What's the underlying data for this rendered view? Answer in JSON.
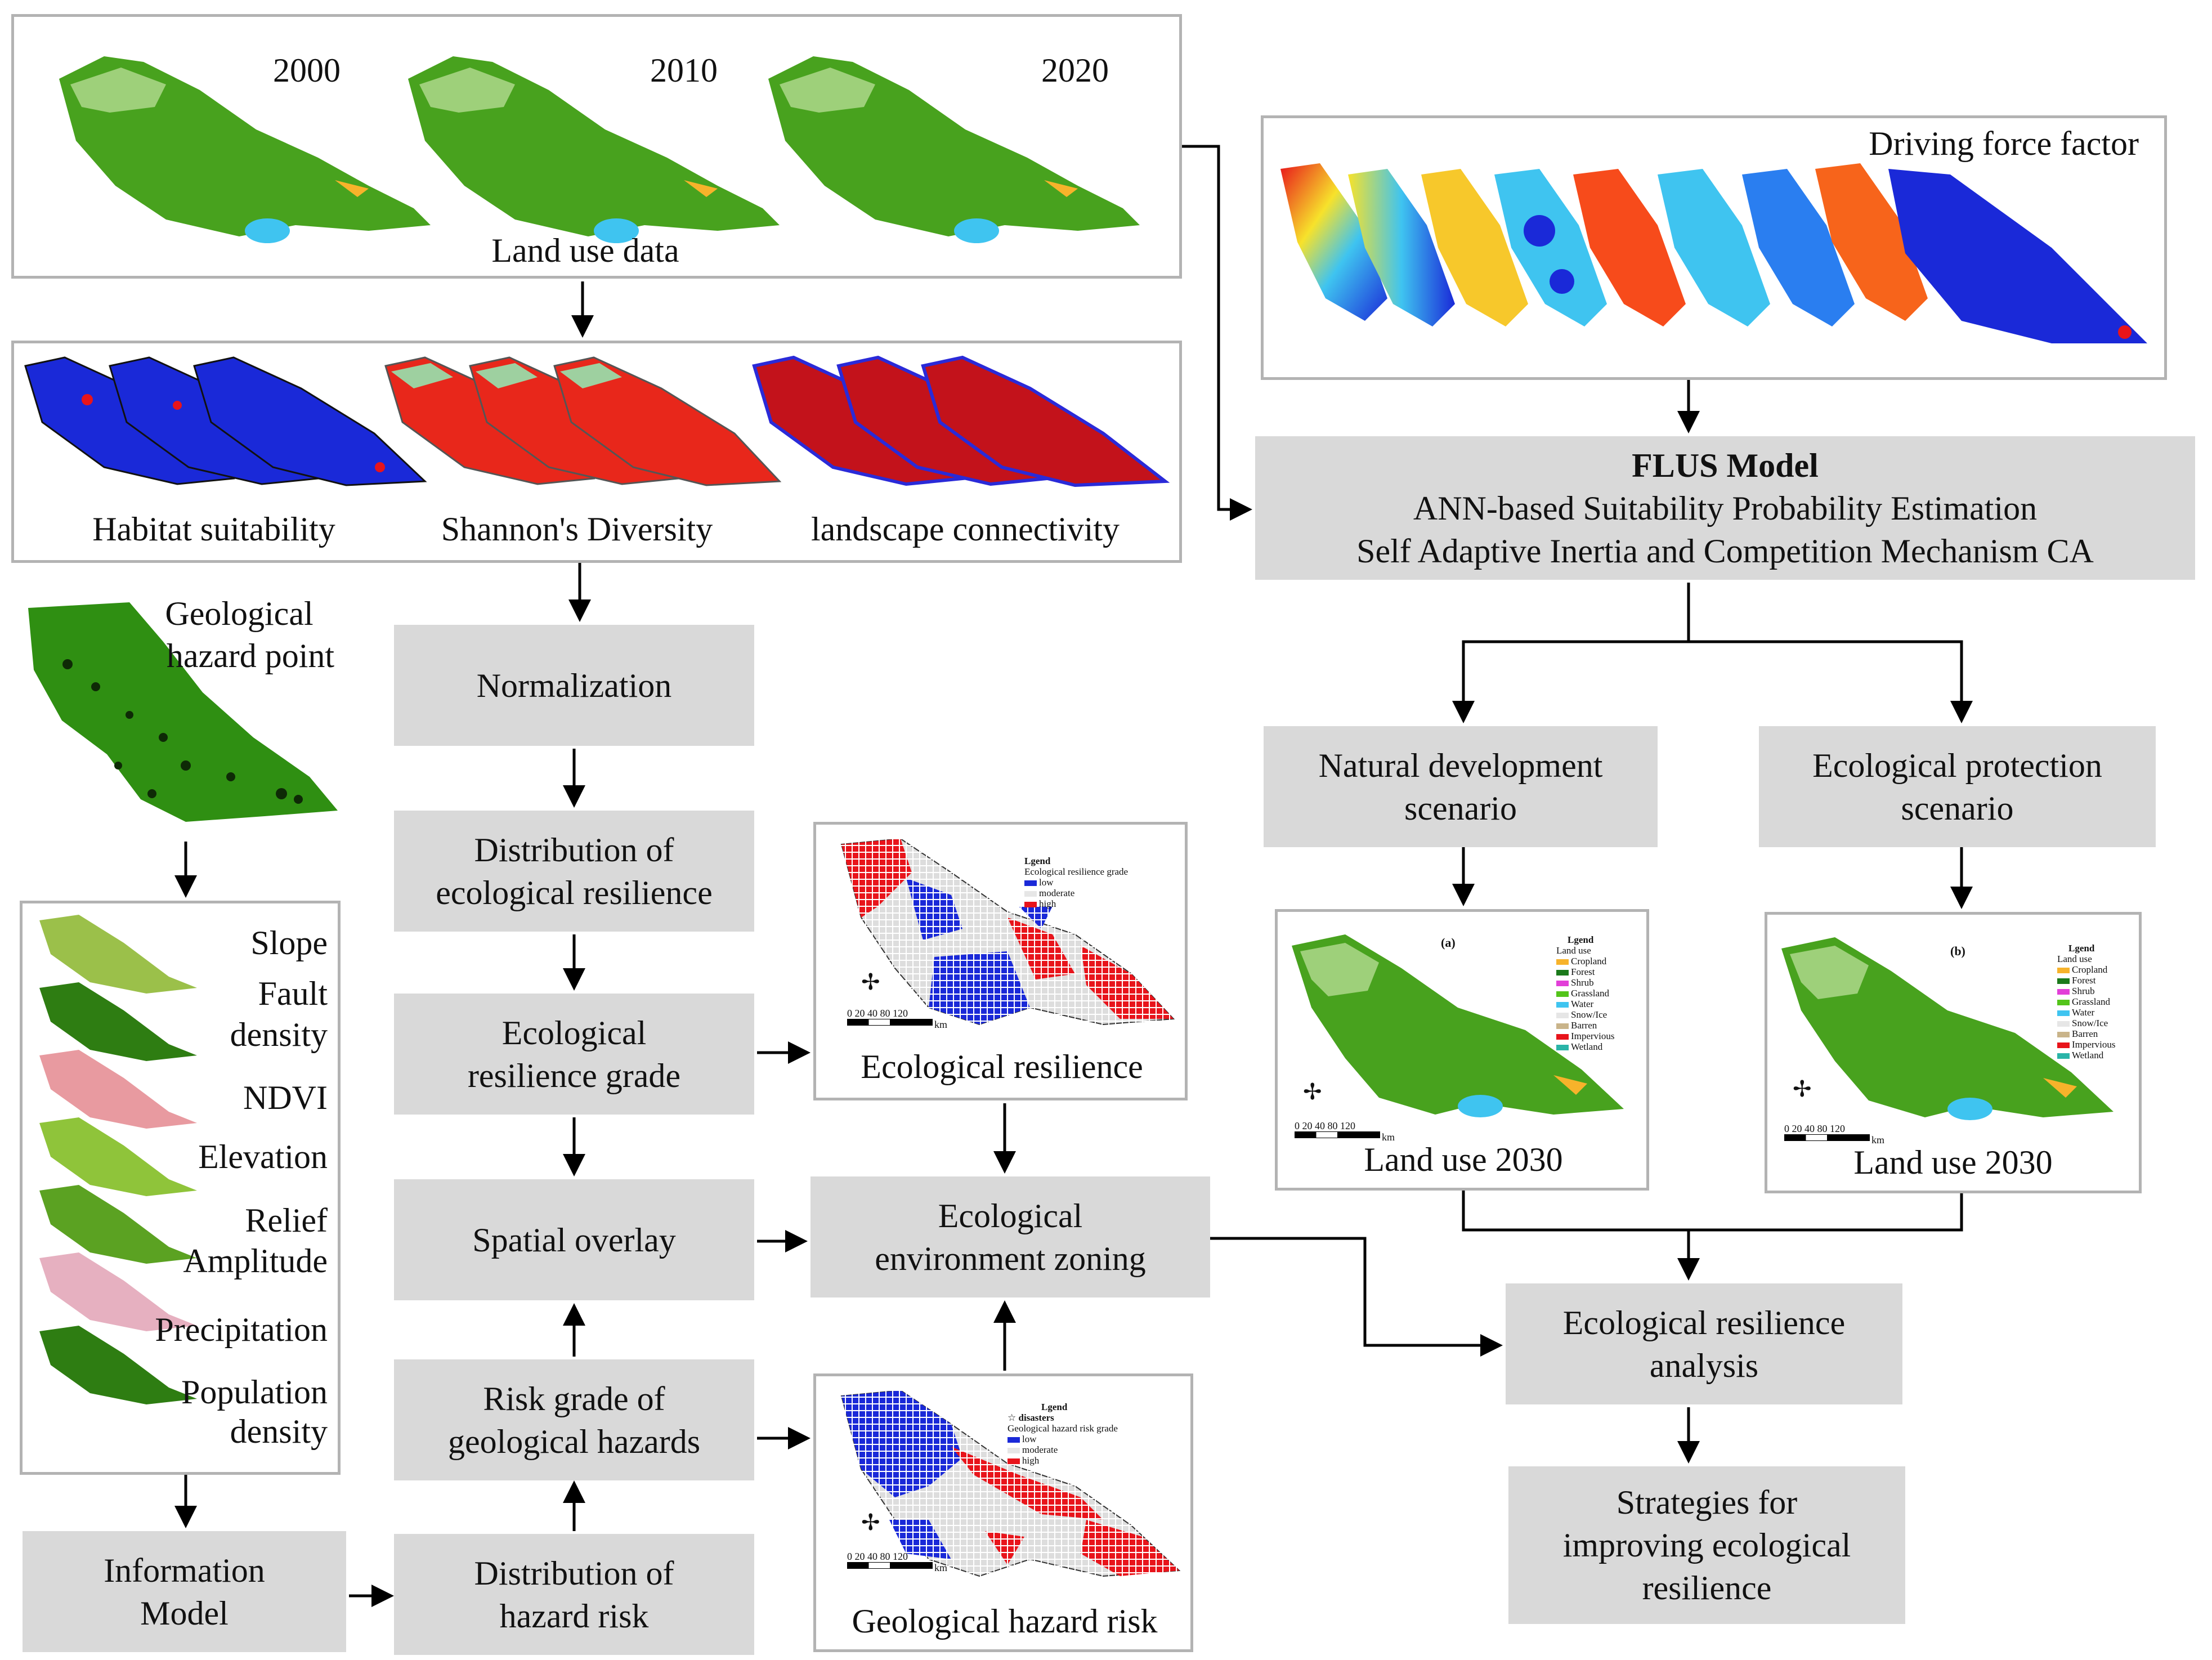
{
  "top_panel": {
    "years": [
      "2000",
      "2010",
      "2020"
    ],
    "caption": "Land use data"
  },
  "indicators_panel": {
    "captions": [
      "Habitat suitability",
      "Shannon's Diversity",
      "landscape connectivity"
    ]
  },
  "geo_point": {
    "line1": "Geological",
    "line2": "hazard point"
  },
  "factors": [
    "Slope",
    "Fault",
    "density",
    "NDVI",
    "Elevation",
    "Relief",
    "Amplitude",
    "Precipitation",
    "Population",
    "density"
  ],
  "boxes": {
    "information_model": [
      "Information",
      "Model"
    ],
    "normalization": [
      "Normalization"
    ],
    "distribution_resilience": [
      "Distribution of",
      "ecological resilience"
    ],
    "resilience_grade": [
      "Ecological",
      "resilience grade"
    ],
    "spatial_overlay": [
      "Spatial overlay"
    ],
    "risk_grade": [
      "Risk grade of",
      "geological hazards"
    ],
    "distribution_hazard": [
      "Distribution of",
      "hazard risk"
    ],
    "env_zoning": [
      "Ecological",
      "environment zoning"
    ],
    "flus_title": "FLUS Model",
    "flus_line2": "ANN-based Suitability Probability Estimation",
    "flus_line3": "Self Adaptive Inertia and Competition Mechanism CA",
    "natural_scenario": [
      "Natural development",
      "scenario"
    ],
    "protection_scenario": [
      "Ecological protection",
      "scenario"
    ],
    "resilience_analysis": [
      "Ecological resilience",
      "analysis"
    ],
    "strategies": [
      "Strategies for",
      "improving ecological",
      "resilience"
    ]
  },
  "driving_force": {
    "caption": "Driving force factor"
  },
  "resilience_map": {
    "caption": "Ecological resilience",
    "legend_title": "Lgend",
    "legend_sub": "Ecological resilience grade",
    "legend_items": [
      "low",
      "moderate",
      "high"
    ],
    "scale": "0  20 40     80    120",
    "unit": "km"
  },
  "hazard_map": {
    "caption": "Geological hazard risk",
    "legend_title": "Lgend",
    "legend_sub1": "disasters",
    "legend_sub2": "Geological hazard risk grade",
    "legend_items": [
      "low",
      "moderate",
      "high"
    ],
    "scale": "0  20 40     80    120",
    "unit": "km"
  },
  "landuse_2030": {
    "caption_a": "Land use 2030",
    "caption_b": "Land use 2030",
    "tag_a": "(a)",
    "tag_b": "(b)",
    "legend_title": "Lgend",
    "legend_sub": "Land use",
    "legend_items": [
      "Cropland",
      "Forest",
      "Shrub",
      "Grassland",
      "Water",
      "Snow/Ice",
      "Barren",
      "Impervious",
      "Wetland"
    ],
    "scale": "0  20 40     80    120",
    "unit": "km"
  },
  "colors": {
    "box_fill": "#d9d9d9",
    "panel_border": "#b3b3b3",
    "forest_green": "#3f9a1c",
    "water_blue": "#3fc4f0",
    "risk_red": "#e8141b",
    "risk_blue": "#1a29d8"
  },
  "legend_colors": [
    "#f7b32b",
    "#1b7a1b",
    "#e23fd8",
    "#53c41a",
    "#3fc4f0",
    "#e6e6e6",
    "#c9b48a",
    "#e8141b",
    "#2ab4a8"
  ]
}
